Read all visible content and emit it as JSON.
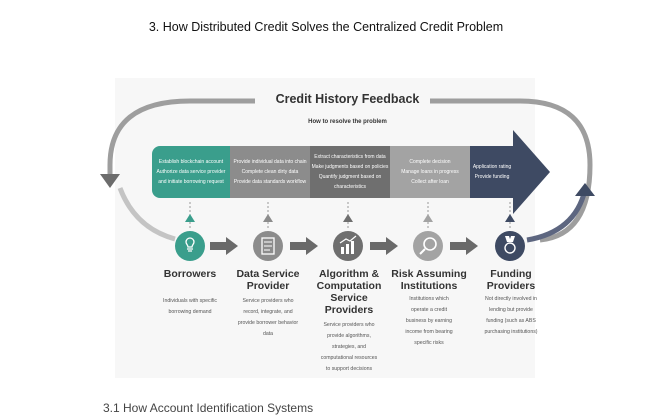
{
  "heading": "3.  How Distributed Credit  Solves the Centralized Credit Problem",
  "feedback": {
    "title": "Credit History Feedback",
    "subtitle": "How to resolve the problem"
  },
  "segments": [
    {
      "lines": [
        "Establish blockchain account",
        "Authorize data service provider",
        "and initiate borrowing request"
      ],
      "color": "#3a9e8c"
    },
    {
      "lines": [
        "Provide individual data into chain",
        "Complete clean dirty data",
        "Provide data standards workflow"
      ],
      "color": "#8c8c8c"
    },
    {
      "lines": [
        "Extract characteristics from data",
        "Make judgments based on policies",
        "Quantify judgment based on",
        "characteristics"
      ],
      "color": "#6f6f6f"
    },
    {
      "lines": [
        "Complete decision",
        "Manage loans in progress",
        "Collect after loan"
      ],
      "color": "#a3a3a3"
    },
    {
      "lines": [
        "Application rating",
        "Provide funding"
      ],
      "color": "#3e4a63"
    }
  ],
  "stages": [
    {
      "title": "Borrowers",
      "desc": [
        "Individuals with specific",
        "borrowing demand"
      ],
      "icon": "lightbulb-icon",
      "color": "#3a9e8c"
    },
    {
      "title": "Data Service Provider",
      "title_lines": [
        "Data Service",
        "Provider"
      ],
      "desc": [
        "Service providers who",
        "record, integrate, and",
        "provide borrower behavior",
        "data"
      ],
      "icon": "document-icon",
      "color": "#8c8c8c"
    },
    {
      "title": "Algorithm & Computation Service Providers",
      "title_lines": [
        "Algorithm &",
        "Computation",
        "Service",
        "Providers"
      ],
      "desc": [
        "Service providers who",
        "provide algorithms,",
        "strategies, and",
        "computational resources",
        "to support decisions"
      ],
      "icon": "bar-chart-icon",
      "color": "#6f6f6f"
    },
    {
      "title": "Risk Assuming Institutions",
      "title_lines": [
        "Risk Assuming",
        "Institutions"
      ],
      "desc": [
        "Institutions which",
        "operate a credit",
        "business by earning",
        "income from bearing",
        "specific risks"
      ],
      "icon": "magnifier-icon",
      "color": "#a3a3a3"
    },
    {
      "title": "Funding Providers",
      "title_lines": [
        "Funding",
        "Providers"
      ],
      "desc": [
        "Not directly involved in",
        "lending but provide",
        "funding (such as ABS",
        "purchasing institutions)"
      ],
      "icon": "medal-icon",
      "color": "#3e4a63"
    }
  ],
  "footer_partial": "3.1    How Account Identification Systems"
}
